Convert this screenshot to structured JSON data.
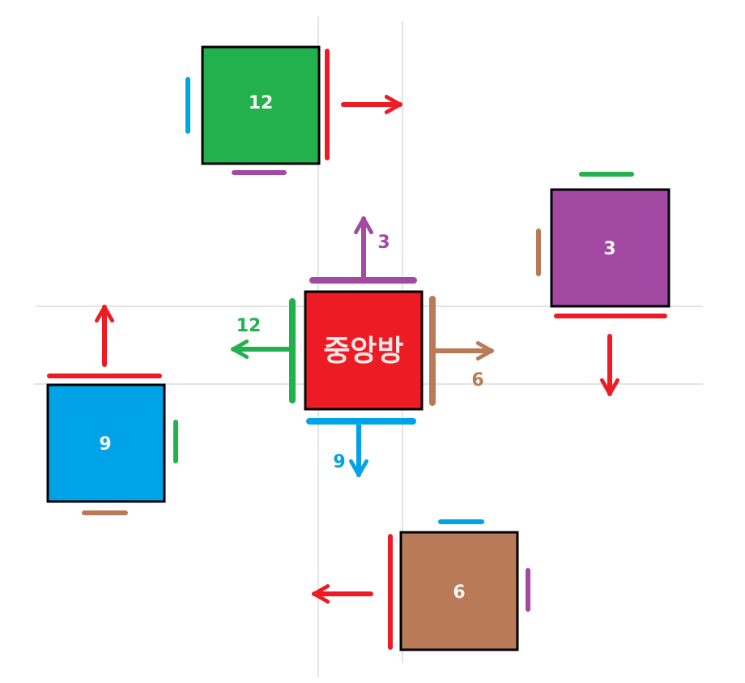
{
  "colors": {
    "red": "#ED1C24",
    "green": "#22B14C",
    "purple": "#A349A4",
    "blue": "#00A2E8",
    "brown": "#B97A57"
  },
  "center": {
    "label": "중앙방"
  },
  "rooms": {
    "green": "12",
    "purple": "3",
    "blue": "9",
    "brown": "6"
  },
  "exits": {
    "up": "3",
    "left": "12",
    "right": "6",
    "down": "9"
  }
}
